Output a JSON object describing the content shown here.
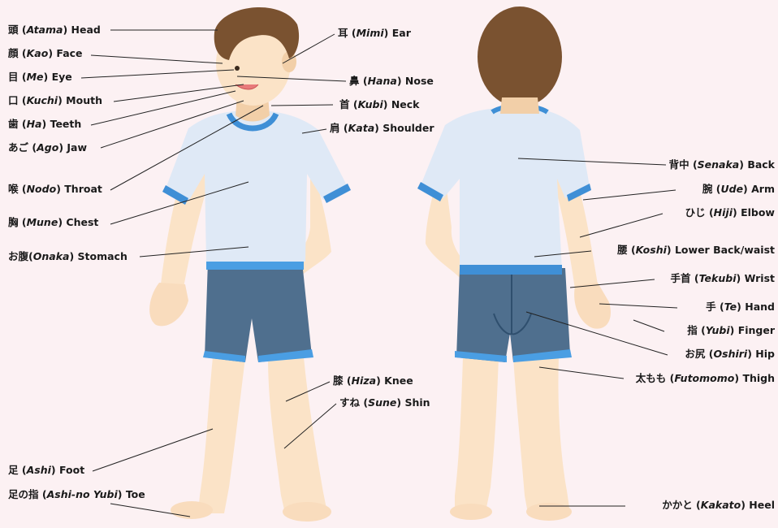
{
  "front_labels": [
    {
      "id": "head",
      "jp": "頭",
      "romaji": "Atama",
      "en": "Head"
    },
    {
      "id": "face",
      "jp": "顔",
      "romaji": "Kao",
      "en": "Face"
    },
    {
      "id": "eye",
      "jp": "目",
      "romaji": "Me",
      "en": "Eye"
    },
    {
      "id": "mouth",
      "jp": "口",
      "romaji": "Kuchi",
      "en": "Mouth"
    },
    {
      "id": "teeth",
      "jp": "歯",
      "romaji": "Ha",
      "en": "Teeth"
    },
    {
      "id": "jaw",
      "jp": "あご",
      "romaji": "Ago",
      "en": "Jaw"
    },
    {
      "id": "throat",
      "jp": "喉",
      "romaji": "Nodo",
      "en": "Throat"
    },
    {
      "id": "chest",
      "jp": "胸",
      "romaji": "Mune",
      "en": "Chest"
    },
    {
      "id": "stomach",
      "jp": "お腹",
      "romaji": "Onaka",
      "en": "Stomach"
    },
    {
      "id": "foot",
      "jp": "足",
      "romaji": "Ashi",
      "en": "Foot"
    },
    {
      "id": "toe",
      "jp": "足の指",
      "romaji": "Ashi-no Yubi",
      "en": "Toe"
    },
    {
      "id": "ear",
      "jp": "耳",
      "romaji": "Mimi",
      "en": "Ear"
    },
    {
      "id": "nose",
      "jp": "鼻",
      "romaji": "Hana",
      "en": "Nose"
    },
    {
      "id": "neck",
      "jp": "首",
      "romaji": "Kubi",
      "en": "Neck"
    },
    {
      "id": "shoulder",
      "jp": "肩",
      "romaji": "Kata",
      "en": "Shoulder"
    },
    {
      "id": "knee",
      "jp": "膝",
      "romaji": "Hiza",
      "en": "Knee"
    },
    {
      "id": "shin",
      "jp": "すね",
      "romaji": "Sune",
      "en": "Shin"
    }
  ],
  "back_labels": [
    {
      "id": "back",
      "jp": "背中",
      "romaji": "Senaka",
      "en": "Back"
    },
    {
      "id": "arm",
      "jp": "腕",
      "romaji": "Ude",
      "en": "Arm"
    },
    {
      "id": "elbow",
      "jp": "ひじ",
      "romaji": "Hiji",
      "en": "Elbow"
    },
    {
      "id": "lower-back",
      "jp": "腰",
      "romaji": "Koshi",
      "en": "Lower Back/waist"
    },
    {
      "id": "wrist",
      "jp": "手首",
      "romaji": "Tekubi",
      "en": "Wrist"
    },
    {
      "id": "hand",
      "jp": "手",
      "romaji": "Te",
      "en": "Hand"
    },
    {
      "id": "finger",
      "jp": "指",
      "romaji": "Yubi",
      "en": "Finger"
    },
    {
      "id": "hip",
      "jp": "お尻",
      "romaji": "Oshiri",
      "en": "Hip"
    },
    {
      "id": "thigh",
      "jp": "太もも",
      "romaji": "Futomomo",
      "en": "Thigh"
    },
    {
      "id": "heel",
      "jp": "かかと",
      "romaji": "Kakato",
      "en": "Heel"
    }
  ],
  "colors": {
    "background": "#fcf1f3",
    "skin": "#fbe3c7",
    "skin_shade": "#f2cfa8",
    "hair": "#7a5230",
    "shirt": "#dfe9f6",
    "shirt_trim": "#3f8fd6",
    "shorts": "#4f6f8e",
    "line": "#222222"
  }
}
